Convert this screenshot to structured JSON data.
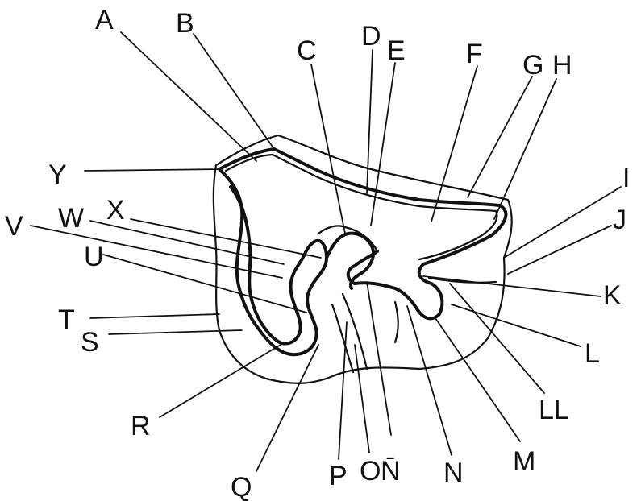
{
  "figure": {
    "labels": {
      "A": "A",
      "B": "B",
      "C": "C",
      "D": "D",
      "E": "E",
      "F": "F",
      "G": "G",
      "H": "H",
      "I": "I",
      "J": "J",
      "K": "K",
      "L": "L",
      "LL": "LL",
      "M": "M",
      "N": "N",
      "NN": "N̄",
      "O": "O",
      "P": "P",
      "Q": "Q",
      "R": "R",
      "S": "S",
      "T": "T",
      "U": "U",
      "V": "V",
      "W": "W",
      "X": "X",
      "Y": "Y"
    },
    "colors": {
      "ink": "#111111",
      "paper": "#ffffff"
    }
  }
}
